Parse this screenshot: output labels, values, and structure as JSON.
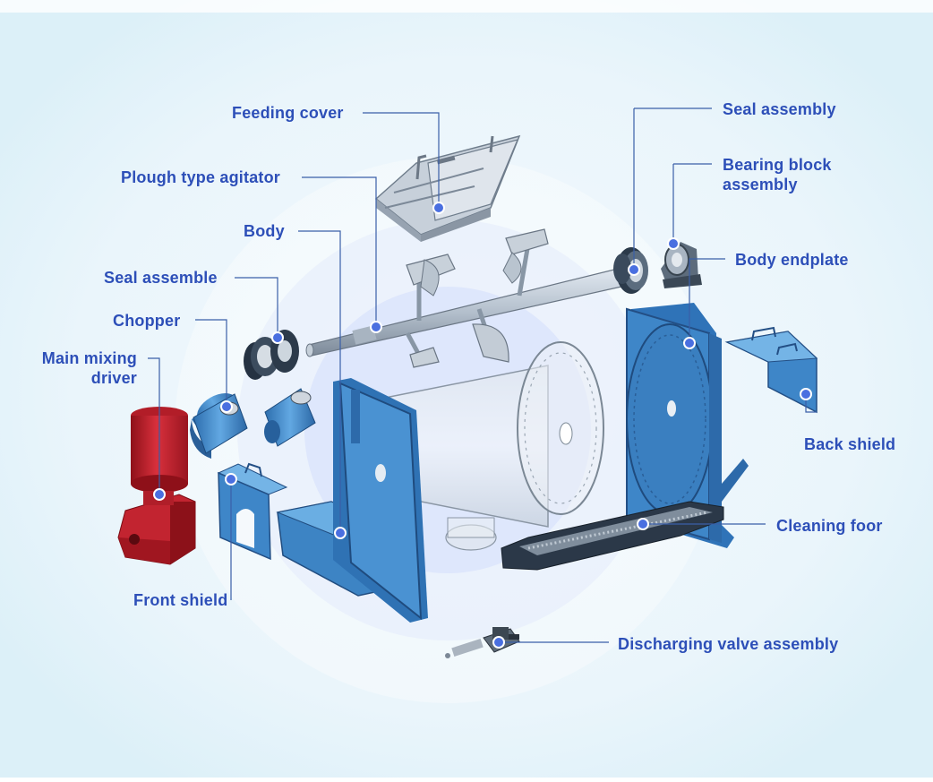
{
  "diagram": {
    "label_color": "#2d4fb8",
    "leader_color": "#3a5fa8",
    "marker_color": "#4a6fe0",
    "part_blue": "#3e86c8",
    "part_red": "#c22430",
    "part_gray": "#9eabb8",
    "labels": {
      "feeding_cover": "Feeding cover",
      "plough_agitator": "Plough type agitator",
      "body": "Body",
      "seal_assemble": "Seal assemble",
      "chopper": "Chopper",
      "main_driver_1": "Main mixing",
      "main_driver_2": "driver",
      "front_shield": "Front shield",
      "seal_assembly": "Seal assembly",
      "bearing_block_1": "Bearing block",
      "bearing_block_2": "assembly",
      "body_endplate": "Body endplate",
      "back_shield": "Back shield",
      "cleaning_floor": "Cleaning foor",
      "discharging_valve": "Discharging valve assembly"
    }
  }
}
